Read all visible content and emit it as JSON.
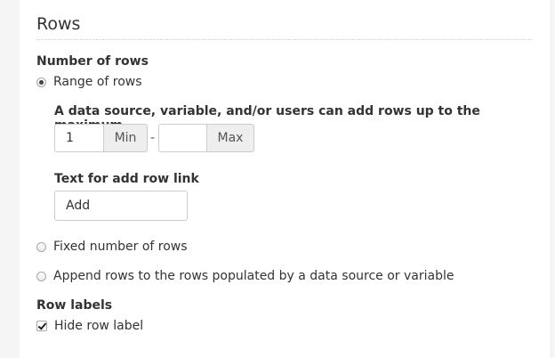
{
  "section": {
    "title": "Rows"
  },
  "number_of_rows": {
    "label": "Number of rows",
    "options": {
      "range": {
        "label": "Range of rows",
        "selected": true
      },
      "fixed": {
        "label": "Fixed number of rows",
        "selected": false
      },
      "append": {
        "label": "Append rows to the rows populated by a data source or variable",
        "selected": false
      }
    },
    "range_settings": {
      "label": "A data source, variable, and/or users can add rows up to the maximum",
      "min_value": "1",
      "min_addon": "Min",
      "separator": "-",
      "max_value": "",
      "max_addon": "Max"
    },
    "add_link": {
      "label": "Text for add row link",
      "value": "Add"
    }
  },
  "row_labels": {
    "label": "Row labels",
    "hide_label": {
      "label": "Hide row label",
      "checked": true
    }
  }
}
